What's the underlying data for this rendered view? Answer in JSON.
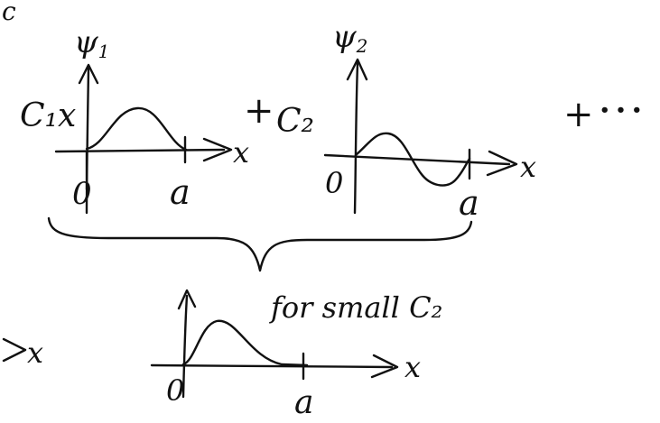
{
  "colors": {
    "ink": "#111111",
    "paper": "#ffffff"
  },
  "top_left_fragment": "c",
  "plot1": {
    "y_label_main": "ψ",
    "y_label_sub": "1",
    "coefficient": "C₁x",
    "x_label": "x",
    "origin_label": "0",
    "end_label": "a"
  },
  "plus_1": "+",
  "coefficient_2": "C₂",
  "plot2": {
    "y_label_main": "ψ",
    "y_label_sub": "2",
    "x_label": "x",
    "origin_label": "0",
    "end_label": "a"
  },
  "plus_2": "+",
  "ellipsis": "• • •",
  "left_fragment": "x",
  "plot3": {
    "note": "for small C₂",
    "x_label": "x",
    "origin_label": "0",
    "end_label": "a"
  }
}
